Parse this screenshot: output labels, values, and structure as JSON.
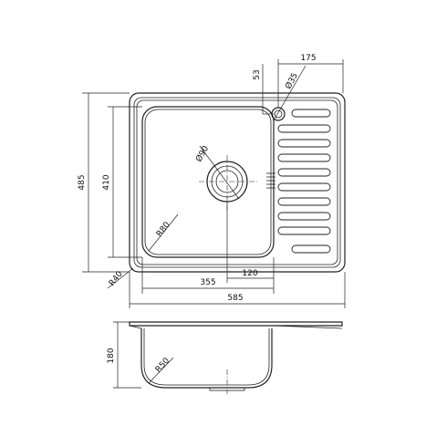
{
  "dimensions": {
    "overall_width": "585",
    "overall_depth": "485",
    "bowl_width": "355",
    "bowl_depth": "410",
    "drain_offset": "120",
    "drainer_width": "175",
    "tap_offset": "53",
    "tap_hole": "Ø35",
    "drain_diameter": "Ø90",
    "bowl_radius": "R80",
    "outer_radius": "R40",
    "bowl_height": "180",
    "bottom_radius": "R50"
  }
}
